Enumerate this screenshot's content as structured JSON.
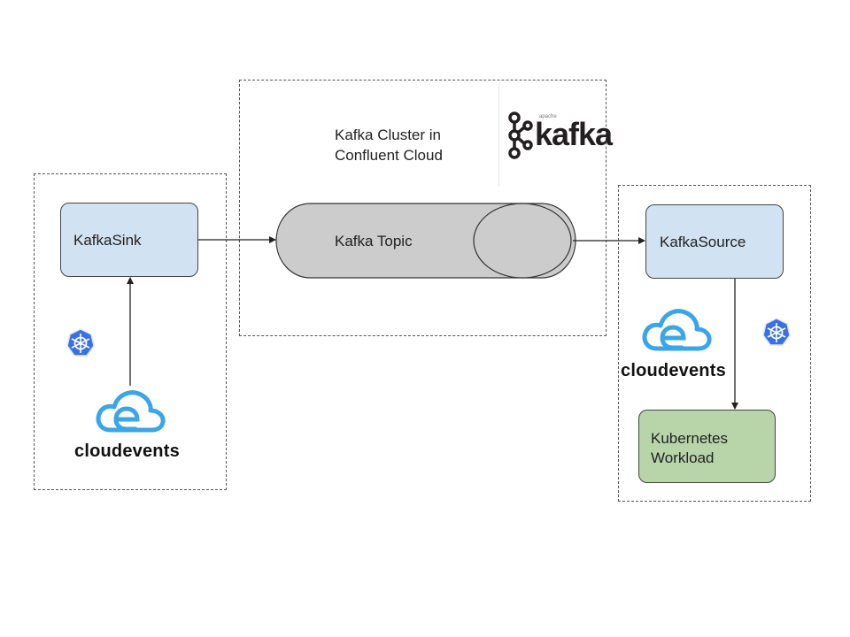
{
  "colors": {
    "node_blue": "#d1e2f2",
    "node_green": "#b7d5a8",
    "topic_gray": "#cccccc",
    "cloudevents_blue": "#3aa5e8",
    "k8s_blue": "#3970e4",
    "kafka_black": "#231f20"
  },
  "cluster": {
    "title_line1": "Kafka Cluster in",
    "title_line2": "Confluent Cloud",
    "logo_text": "kafka",
    "logo_subtext": "apache"
  },
  "topic": {
    "label": "Kafka Topic"
  },
  "sink": {
    "label": "KafkaSink",
    "cloudevents_text": "cloudevents",
    "k8s_icon": "kubernetes-icon"
  },
  "source": {
    "label": "KafkaSource",
    "cloudevents_text": "cloudevents",
    "k8s_icon": "kubernetes-icon"
  },
  "workload": {
    "line1": "Kubernetes",
    "line2": "Workload"
  },
  "edges": [
    {
      "from": "cloudevents-left",
      "to": "KafkaSink"
    },
    {
      "from": "KafkaSink",
      "to": "Kafka Topic"
    },
    {
      "from": "Kafka Topic",
      "to": "KafkaSource"
    },
    {
      "from": "KafkaSource",
      "to": "Kubernetes Workload"
    }
  ]
}
